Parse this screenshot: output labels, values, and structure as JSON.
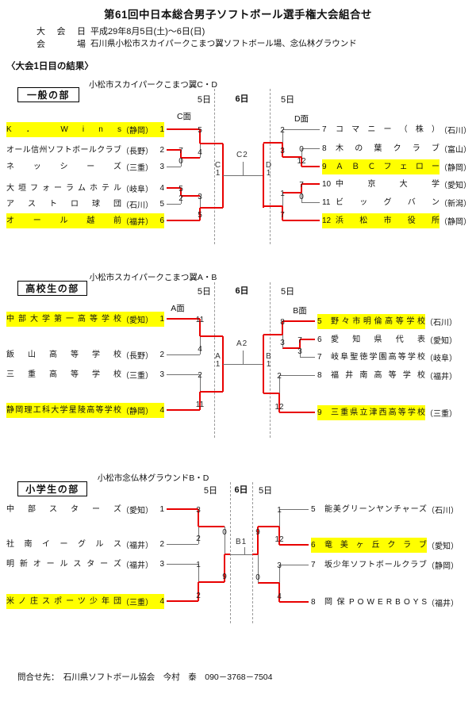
{
  "header": {
    "title": "第61回中日本総合男子ソフトボール選手権大会組合せ",
    "date_label": "大 会 日",
    "date_value": "平成29年8月5日(土)～6日(日)",
    "venue_label": "会 場",
    "venue_value": "石川県小松市スカイパークこまつ翼ソフトボール場、念仏林グラウンド",
    "results_heading": "〈大会1日目の結果〉"
  },
  "sections": [
    {
      "title": "一般の部",
      "venue": "小松市スカイパークこまつ翼C・D",
      "days": [
        "5日",
        "6日",
        "5日"
      ],
      "fields": {
        "left": "C面",
        "right": "D面"
      },
      "match_labels": {
        "left": "C1",
        "final": "C2",
        "right": "D1"
      },
      "left_teams": [
        {
          "seed": "1",
          "name": "K ． W i n s",
          "pref": "（静岡）",
          "highlight": true
        },
        {
          "seed": "2",
          "name": "オール信州ソフトボールクラブ",
          "pref": "（長野）",
          "highlight": false
        },
        {
          "seed": "3",
          "name": "ネ ッ シ ー ズ",
          "pref": "（三重）",
          "highlight": false
        },
        {
          "seed": "4",
          "name": "大 垣 フ ォ ー ラ ム ホ テ ル",
          "pref": "（岐阜）",
          "highlight": false
        },
        {
          "seed": "5",
          "name": "ア ス ト ロ 球 団",
          "pref": "（石川）",
          "highlight": false
        },
        {
          "seed": "6",
          "name": "オ ー ル 越 前",
          "pref": "（福井）",
          "highlight": true
        }
      ],
      "right_teams": [
        {
          "seed": "7",
          "name": "コ マ ニ ー （ 株 ）",
          "pref": "（石川）",
          "highlight": false
        },
        {
          "seed": "8",
          "name": "木 の 葉 ク ラ ブ",
          "pref": "（富山）",
          "highlight": false
        },
        {
          "seed": "9",
          "name": "Ａ Ｂ Ｃ フ ェ ロ ー",
          "pref": "（静岡）",
          "highlight": true
        },
        {
          "seed": "10",
          "name": "中 京 大 学",
          "pref": "（愛知）",
          "highlight": false
        },
        {
          "seed": "11",
          "name": "ビ ッ グ バ ン",
          "pref": "（新潟）",
          "highlight": false
        },
        {
          "seed": "12",
          "name": "浜 松 市 役 所",
          "pref": "（静岡）",
          "highlight": true
        }
      ],
      "scores": {
        "left_r2_top": [
          "5",
          "4"
        ],
        "left_m23": [
          "7",
          "0"
        ],
        "left_m45": [
          "5",
          "2"
        ],
        "left_r2_bottom": [
          "3",
          "5"
        ],
        "right_r2_top": [
          "2",
          "3"
        ],
        "right_m89": [
          "0",
          "12"
        ],
        "right_m1011": [
          "7",
          "0"
        ],
        "right_r2_bottom": [
          "1",
          "7"
        ]
      }
    },
    {
      "title": "高校生の部",
      "venue": "小松市スカイパークこまつ翼A・B",
      "days": [
        "5日",
        "6日",
        "5日"
      ],
      "fields": {
        "left": "A面",
        "right": "B面"
      },
      "match_labels": {
        "left": "A1",
        "final": "A2",
        "right": "B1"
      },
      "left_teams": [
        {
          "seed": "1",
          "name": "中部大学第一高等学校",
          "pref": "（愛知）",
          "highlight": true
        },
        {
          "seed": "2",
          "name": "飯 山 高 等 学 校",
          "pref": "（長野）",
          "highlight": false
        },
        {
          "seed": "3",
          "name": "三 重 高 等 学 校",
          "pref": "（三重）",
          "highlight": false
        },
        {
          "seed": "4",
          "name": "静岡理工科大学星陵高等学校",
          "pref": "（静岡）",
          "highlight": true
        }
      ],
      "right_teams": [
        {
          "seed": "5",
          "name": "野 々 市 明 倫 高 等 学 校",
          "pref": "（石川）",
          "highlight": true
        },
        {
          "seed": "6",
          "name": "愛 知 県 代 表",
          "pref": "（愛知）",
          "highlight": false
        },
        {
          "seed": "7",
          "name": "岐阜聖徳学園高等学校",
          "pref": "（岐阜）",
          "highlight": false
        },
        {
          "seed": "8",
          "name": "福 井 南 高 等 学 校",
          "pref": "（福井）",
          "highlight": false
        },
        {
          "seed": "9",
          "name": "三重県立津西高等学校",
          "pref": "（三重）",
          "highlight": true
        }
      ],
      "scores": {
        "left_m12": [
          "11",
          "4"
        ],
        "left_m34": [
          "2",
          "11"
        ],
        "right_m5": [
          "8",
          "3"
        ],
        "right_m67": [
          "7",
          "3"
        ],
        "right_m89": [
          "2",
          "12"
        ]
      }
    },
    {
      "title": "小学生の部",
      "venue": "小松市念仏林グラウンドB・D",
      "days": [
        "5日",
        "6日",
        "5日"
      ],
      "match_labels": {
        "final": "B1"
      },
      "left_teams": [
        {
          "seed": "1",
          "name": "中 部 ス タ ー ズ",
          "pref": "（愛知）",
          "highlight": false
        },
        {
          "seed": "2",
          "name": "社 南 イ ー グ ル ス",
          "pref": "（福井）",
          "highlight": false
        },
        {
          "seed": "3",
          "name": "明 新 オ ー ル ス タ ー ズ",
          "pref": "（福井）",
          "highlight": false
        },
        {
          "seed": "4",
          "name": "米ノ庄スポーツ少年団",
          "pref": "（三重）",
          "highlight": true
        }
      ],
      "right_teams": [
        {
          "seed": "5",
          "name": "能美グリーンヤンチャーズ",
          "pref": "（石川）",
          "highlight": false
        },
        {
          "seed": "6",
          "name": "竜 美 ヶ 丘 ク ラ ブ",
          "pref": "（愛知）",
          "highlight": true
        },
        {
          "seed": "7",
          "name": "坂少年ソフトボールクラブ",
          "pref": "（静岡）",
          "highlight": false
        },
        {
          "seed": "8",
          "name": "岡 保 P O W E R B O Y S",
          "pref": "（福井）",
          "highlight": false
        }
      ],
      "scores": {
        "left_m12": [
          "3",
          "2"
        ],
        "left_m34": [
          "1",
          "2"
        ],
        "left_semi": [
          "0",
          "9"
        ],
        "right_m56": [
          "1",
          "12"
        ],
        "right_m78": [
          "3",
          "4"
        ],
        "right_semi": [
          "9",
          "0"
        ]
      }
    }
  ],
  "footer": {
    "contact": "問合せ先：　石川県ソフトボール協会　今村　泰　090－3768－7504"
  }
}
